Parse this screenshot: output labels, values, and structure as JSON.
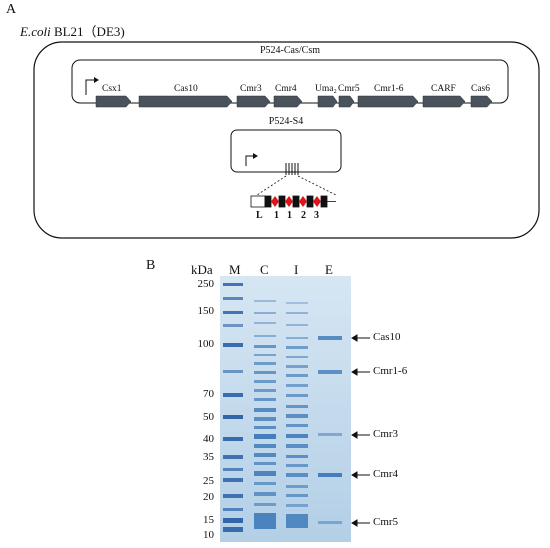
{
  "panel_a": {
    "label": "A",
    "strain_italic": "E.coli",
    "strain_rest": " BL21（DE3)",
    "plasmid1": {
      "name": "P524-Cas/Csm",
      "genes": [
        "Csx1",
        "Cas10",
        "Cmr3",
        "Cmr4",
        "Uma₂",
        "Cmr5",
        "Cmr1-6",
        "CARF",
        "Cas6"
      ]
    },
    "plasmid2": {
      "name": "P524-S4",
      "array_labels": [
        "L",
        "1",
        "1",
        "2",
        "3"
      ]
    }
  },
  "panel_b": {
    "label": "B",
    "unit": "kDa",
    "lanes": [
      "M",
      "C",
      "I",
      "E"
    ],
    "markers": [
      "250",
      "150",
      "100",
      "70",
      "50",
      "40",
      "35",
      "25",
      "20",
      "15",
      "10"
    ],
    "bands": [
      "Cas10",
      "Cmr1-6",
      "Cmr3",
      "Cmr4",
      "Cmr5"
    ],
    "colors": {
      "gene_fill": "#4a535b",
      "spacer_red": "#e0141b",
      "gel_bg": "#bcd6ea",
      "band_blue": "#2f6fb3"
    }
  }
}
